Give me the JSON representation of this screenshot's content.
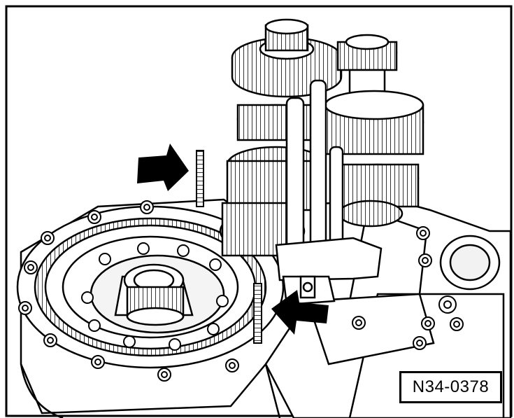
{
  "figure": {
    "label": "N34-0378",
    "colors": {
      "line": "#000000",
      "fill": "#ffffff",
      "shade": "#d9d9d9"
    },
    "callouts": [
      "arrow-pointing-at-upper-stud",
      "arrow-pointing-at-lower-stud"
    ]
  }
}
